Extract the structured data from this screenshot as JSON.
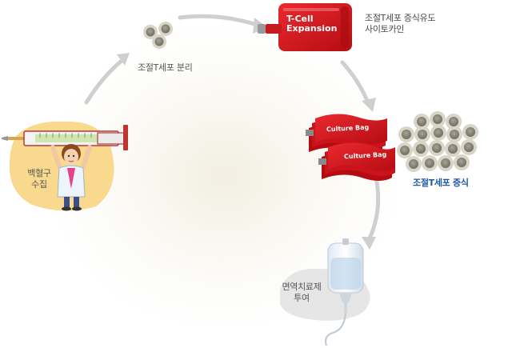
{
  "steps": {
    "blood_collection": [
      "백혈구",
      "수집"
    ],
    "separation": "조절T세포 분리",
    "expansion_bag": [
      "T-Cell",
      "Expansion"
    ],
    "induction": [
      "조절T세포 증식유도",
      "사이토카인"
    ],
    "culture_bag": "Culture Bag",
    "proliferation": "조절T세포 증식",
    "administration": [
      "면역치료제",
      "투여"
    ]
  },
  "colors": {
    "arrow": "#c8c8c8",
    "bag_red": "#d7141c",
    "cell_fill": "#8d8a7e",
    "cell_ring": "#cfcbbd",
    "blob_yellow": "#f8d98e",
    "blob_gray": "#e6e6e6",
    "label_blue": "#1f5aa6"
  },
  "icons": [
    "syringe-icon",
    "scientist-icon",
    "cell-cluster-icon",
    "expansion-bag-icon",
    "culture-bag-icon",
    "iv-drip-icon"
  ]
}
